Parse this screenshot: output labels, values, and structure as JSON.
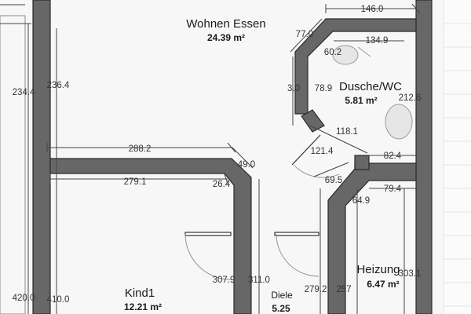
{
  "rooms": {
    "wohnen": {
      "name": "Wohnen  Essen",
      "area": "24.39  m²"
    },
    "dusche": {
      "name": "Dusche/WC",
      "area": "5.81 m²"
    },
    "heizung": {
      "name": "Heizung",
      "area": "6.47 m²"
    },
    "kind1": {
      "name": "Kind1",
      "area": "12.21 m²"
    },
    "diele": {
      "name": "Diele",
      "area": "5.25"
    }
  },
  "dimensions": {
    "d_146_0": "146.0",
    "d_134_9": "134.9",
    "d_77_0": "77.0",
    "d_60_2": "60.2",
    "d_78_9": "78.9",
    "d_3_0": "3.0",
    "d_212_6": "212.6",
    "d_118_1": "118.1",
    "d_121_4": "121.4",
    "d_82_4": "82.4",
    "d_69_5": "69.5",
    "d_79_4": "79.4",
    "d_64_9": "64.9",
    "d_234_4": "234.4",
    "d_236_4": "236.4",
    "d_288_2": "288.2",
    "d_49_0": "49.0",
    "d_279_1": "279.1",
    "d_26_4": "26.4",
    "d_307_9": "307.9",
    "d_311_0": "311.0",
    "d_279_2": "279.2",
    "d_257": "257",
    "d_303_1": "303.1",
    "d_420_0": "420.0",
    "d_410_0": "410.0"
  },
  "colors": {
    "wall": "#676767",
    "background": "#f7f7f7"
  }
}
